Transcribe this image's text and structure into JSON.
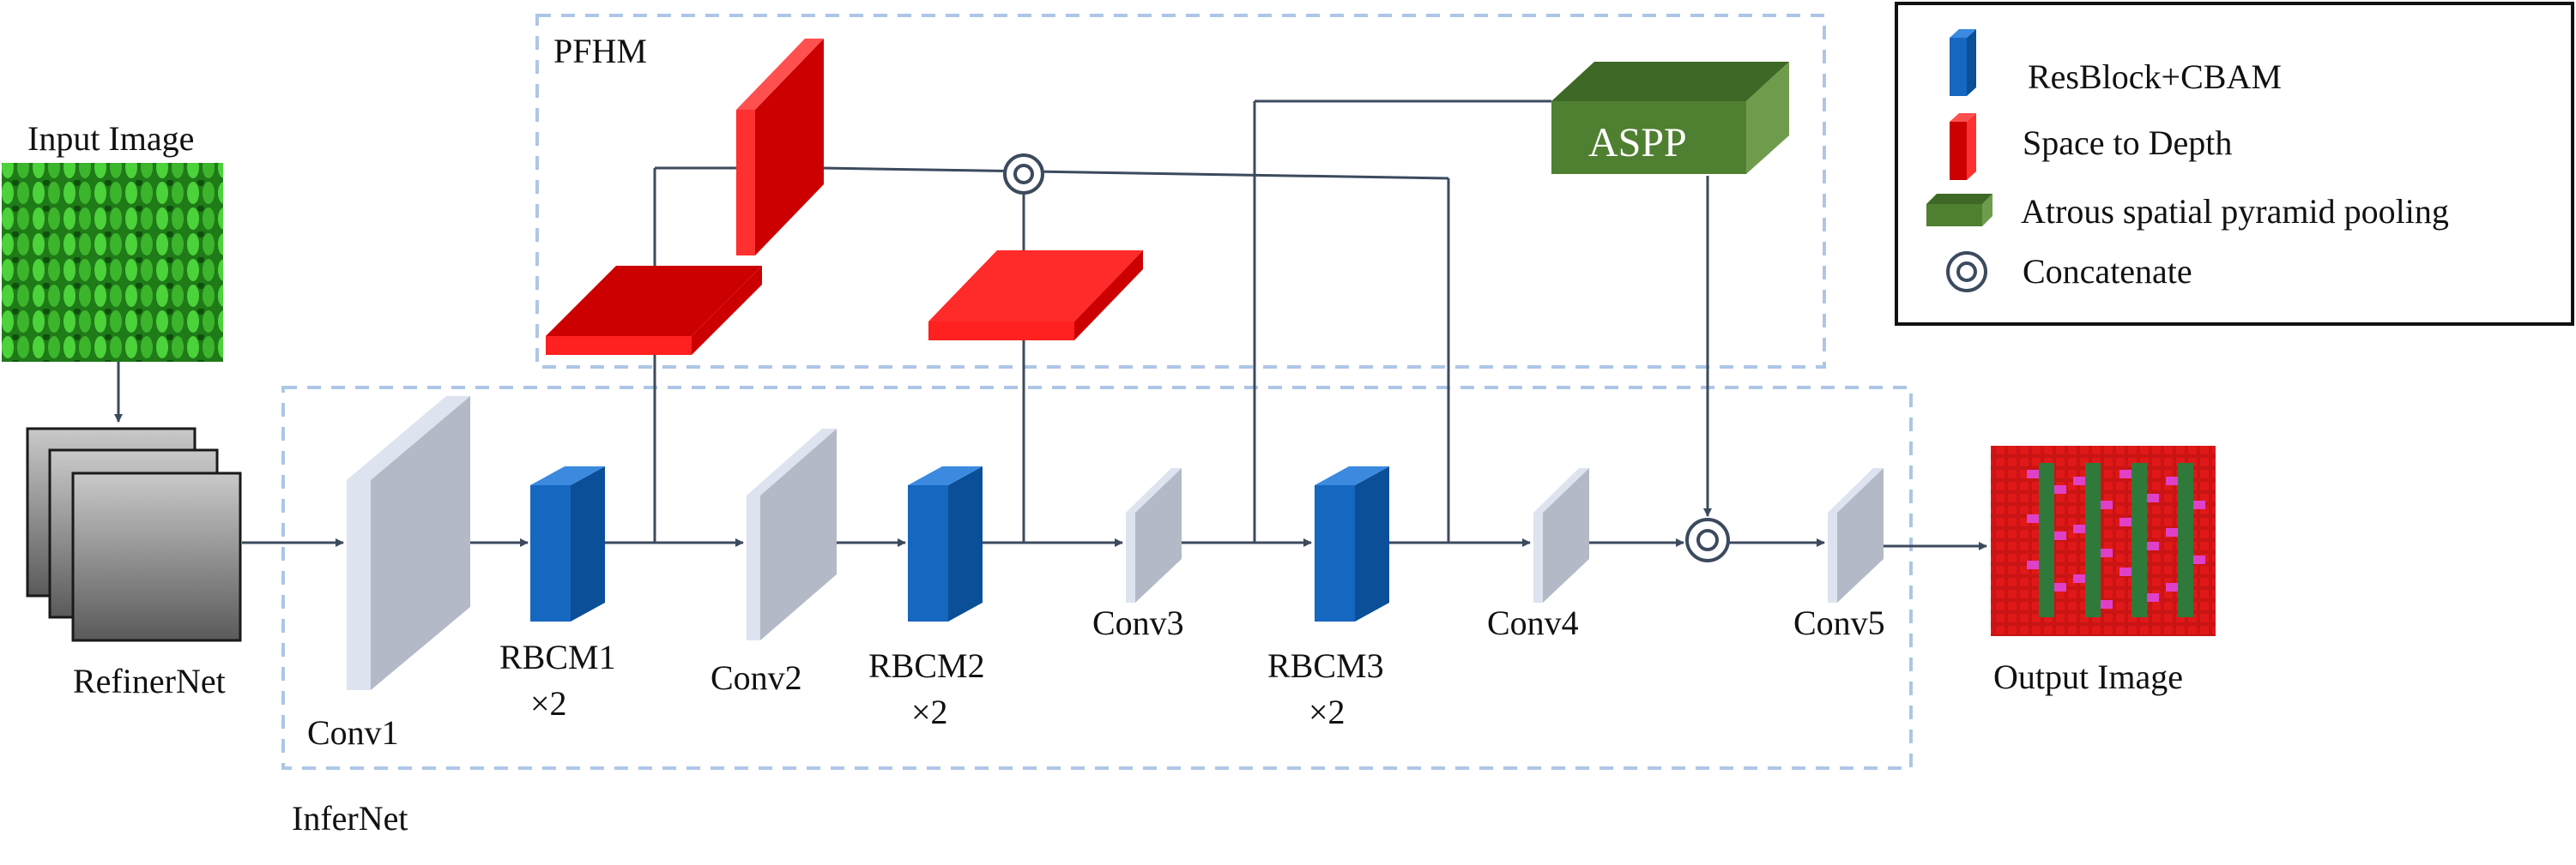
{
  "title": "",
  "labels": {
    "input_image": "Input Image",
    "refinernet": "RefinerNet",
    "infernet": "InferNet",
    "pfhm": "PFHM",
    "aspp": "ASPP",
    "conv1": "Conv1",
    "conv2": "Conv2",
    "conv3": "Conv3",
    "conv4": "Conv4",
    "conv5": "Conv5",
    "rbcm1": "RBCM1",
    "rbcm2": "RBCM2",
    "rbcm3": "RBCM3",
    "times2": "×2",
    "output_image": "Output Image"
  },
  "legend": {
    "items": [
      {
        "label": "ResBlock+CBAM",
        "icon": "blue-block-icon"
      },
      {
        "label": "Space to Depth",
        "icon": "red-block-icon"
      },
      {
        "label": "Atrous spatial pyramid pooling",
        "icon": "green-block-icon"
      },
      {
        "label": "Concatenate",
        "icon": "concatenate-icon"
      }
    ]
  },
  "colors": {
    "conv_front": "#b3b9c6",
    "conv_side": "#dde3ef",
    "rbcm_front": "#1567c0",
    "rbcm_side": "#0a4f98",
    "rbcm_top": "#3b8ae0",
    "std_front": "#cc0000",
    "std_side": "#ff3030",
    "aspp_front": "#4f7f30",
    "aspp_top": "#3d6826",
    "dash": "#aec6e6",
    "line": "#3c4a5e",
    "knit_green": "#3cb52c",
    "output_red": "#e01818"
  }
}
